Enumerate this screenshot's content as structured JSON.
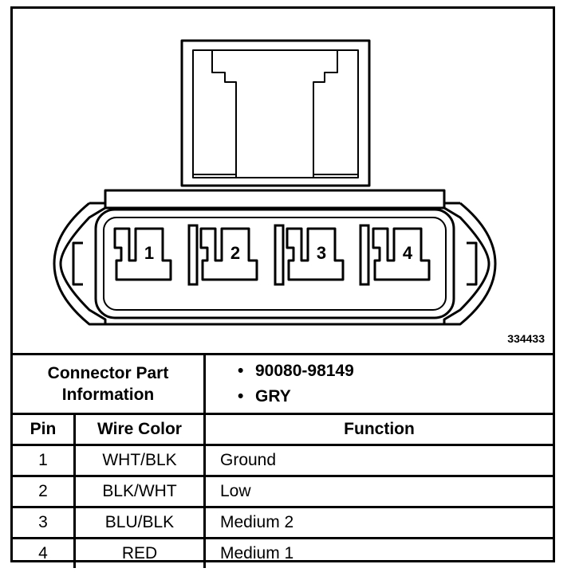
{
  "figure_id": "334433",
  "connector": {
    "cavities": [
      "1",
      "2",
      "3",
      "4"
    ]
  },
  "part_info": {
    "label_line1": "Connector Part",
    "label_line2": "Information",
    "items": [
      "90080-98149",
      "GRY"
    ]
  },
  "table": {
    "headers": {
      "pin": "Pin",
      "wire": "Wire Color",
      "function": "Function"
    },
    "rows": [
      {
        "pin": "1",
        "wire": "WHT/BLK",
        "function": "Ground"
      },
      {
        "pin": "2",
        "wire": "BLK/WHT",
        "function": "Low"
      },
      {
        "pin": "3",
        "wire": "BLU/BLK",
        "function": "Medium 2"
      },
      {
        "pin": "4",
        "wire": "RED",
        "function": "Medium 1"
      }
    ]
  }
}
